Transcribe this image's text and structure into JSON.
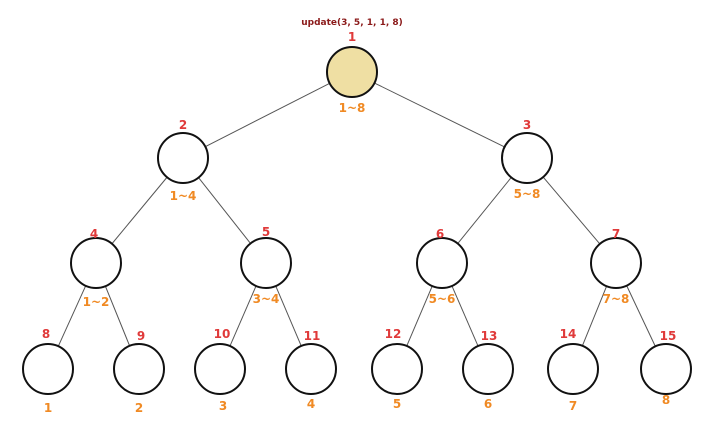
{
  "caption": "update(3, 5, 1, 1, 8)",
  "colors": {
    "index_text": "#e03a3a",
    "range_text": "#f08a24",
    "caption_text": "#8b1a1a",
    "node_fill": "#ffffff",
    "highlight_fill": "#efdfa3",
    "node_stroke": "#111111",
    "edge": "#555555"
  },
  "nodes": [
    {
      "id": "1",
      "range": "1~8",
      "highlighted": true
    },
    {
      "id": "2",
      "range": "1~4"
    },
    {
      "id": "3",
      "range": "5~8"
    },
    {
      "id": "4",
      "range": "1~2"
    },
    {
      "id": "5",
      "range": "3~4"
    },
    {
      "id": "6",
      "range": "5~6"
    },
    {
      "id": "7",
      "range": "7~8"
    },
    {
      "id": "8",
      "range": "1"
    },
    {
      "id": "9",
      "range": "2"
    },
    {
      "id": "10",
      "range": "3"
    },
    {
      "id": "11",
      "range": "4"
    },
    {
      "id": "12",
      "range": "5"
    },
    {
      "id": "13",
      "range": "6"
    },
    {
      "id": "14",
      "range": "7"
    },
    {
      "id": "15",
      "range": "8"
    }
  ],
  "edges": [
    [
      "1",
      "2"
    ],
    [
      "1",
      "3"
    ],
    [
      "2",
      "4"
    ],
    [
      "2",
      "5"
    ],
    [
      "3",
      "6"
    ],
    [
      "3",
      "7"
    ],
    [
      "4",
      "8"
    ],
    [
      "4",
      "9"
    ],
    [
      "5",
      "10"
    ],
    [
      "5",
      "11"
    ],
    [
      "6",
      "12"
    ],
    [
      "6",
      "13"
    ],
    [
      "7",
      "14"
    ],
    [
      "7",
      "15"
    ]
  ]
}
